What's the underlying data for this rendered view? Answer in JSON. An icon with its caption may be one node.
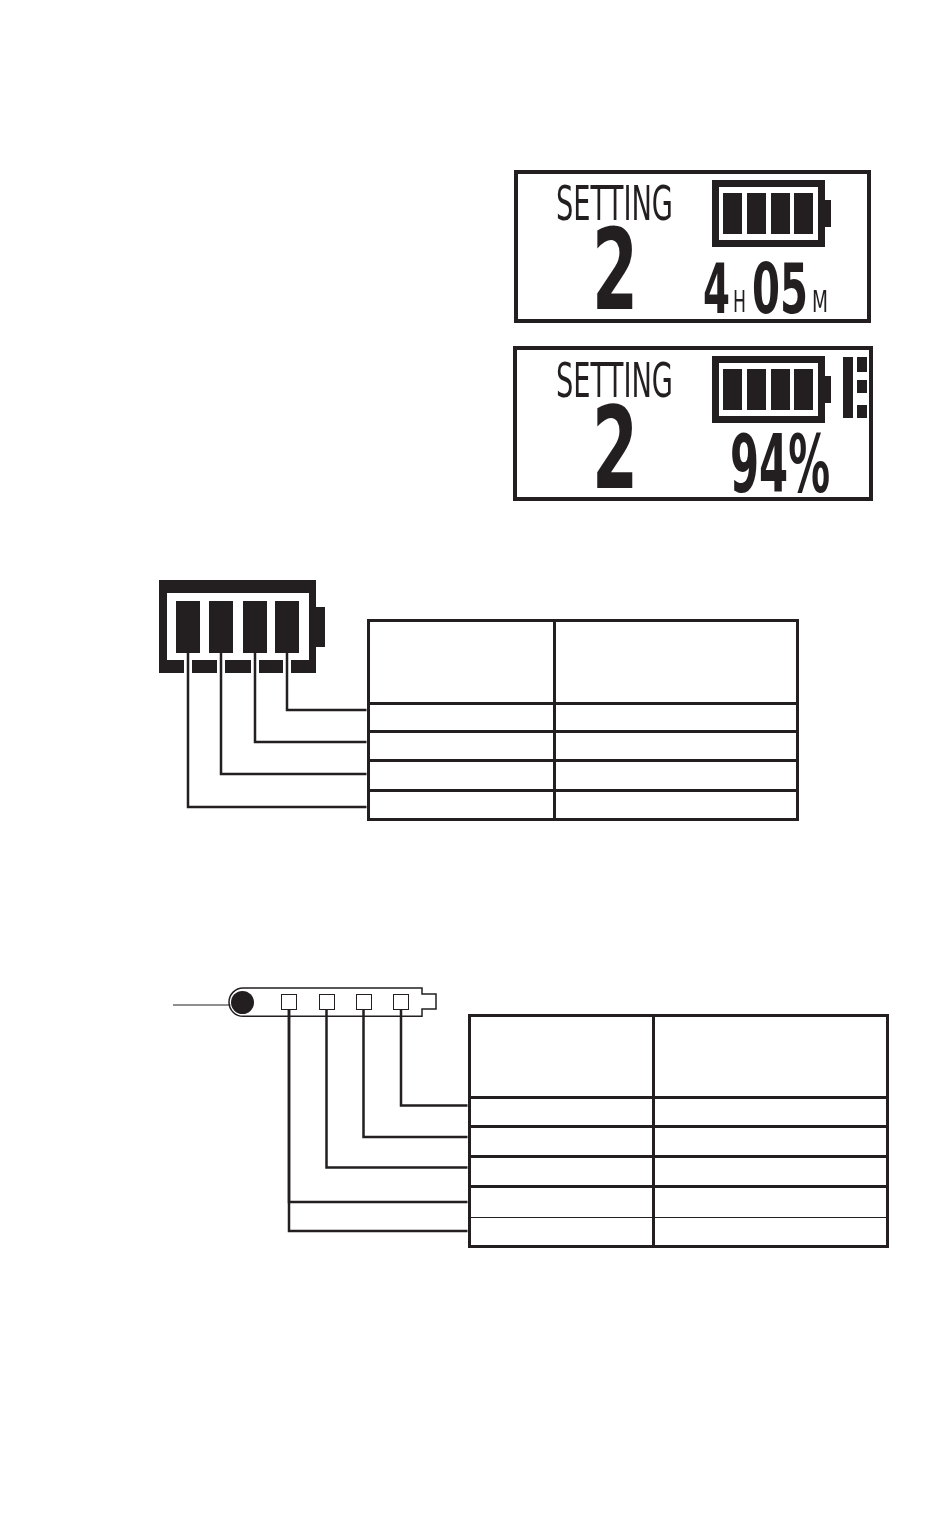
{
  "diagram": {
    "nodes": [
      {
        "text": [
          "SETTING",
          "2",
          "4",
          "H",
          "05",
          "M"
        ]
      },
      {
        "text": [
          "SETTING",
          "2",
          "94%"
        ]
      },
      {
        "text": [],
        "shape": "battery"
      },
      {
        "text": [],
        "shape": "bar",
        "in": 2
      },
      {
        "text": [],
        "shape": "bar",
        "in": 2
      },
      {
        "text": [],
        "shape": "bar",
        "in": 2
      },
      {
        "text": [],
        "shape": "bar",
        "in": 2
      },
      {
        "text": [],
        "shape": "box"
      },
      {
        "text": [],
        "shape": "box"
      },
      {
        "text": [],
        "shape": "box"
      },
      {
        "text": [],
        "shape": "box"
      },
      {
        "text": [],
        "shape": "battery"
      },
      {
        "text": [],
        "shape": "circle",
        "in": 11
      },
      {
        "text": [],
        "shape": "box",
        "in": 11
      },
      {
        "text": [],
        "shape": "box",
        "in": 11
      },
      {
        "text": [],
        "shape": "box",
        "in": 11
      },
      {
        "text": [],
        "shape": "box",
        "in": 11
      },
      {
        "text": [],
        "shape": "box"
      },
      {
        "text": [],
        "shape": "box"
      },
      {
        "text": [],
        "shape": "box"
      },
      {
        "text": [],
        "shape": "box"
      },
      {
        "text": [],
        "shape": "box"
      }
    ],
    "edges": [
      {
        "from": 6,
        "to": 7,
        "arrow": "none"
      },
      {
        "from": 5,
        "to": 8,
        "arrow": "none"
      },
      {
        "from": 4,
        "to": 9,
        "arrow": "none"
      },
      {
        "from": 3,
        "to": 10,
        "arrow": "none"
      },
      {
        "from": null,
        "to": 12,
        "arrow": "none"
      },
      {
        "from": 16,
        "to": 17,
        "arrow": "none"
      },
      {
        "from": 15,
        "to": 18,
        "arrow": "none"
      },
      {
        "from": 14,
        "to": 19,
        "arrow": "none"
      },
      {
        "from": 13,
        "to": 20,
        "arrow": "none"
      },
      {
        "from": 13,
        "to": 21,
        "arrow": "none"
      }
    ]
  }
}
